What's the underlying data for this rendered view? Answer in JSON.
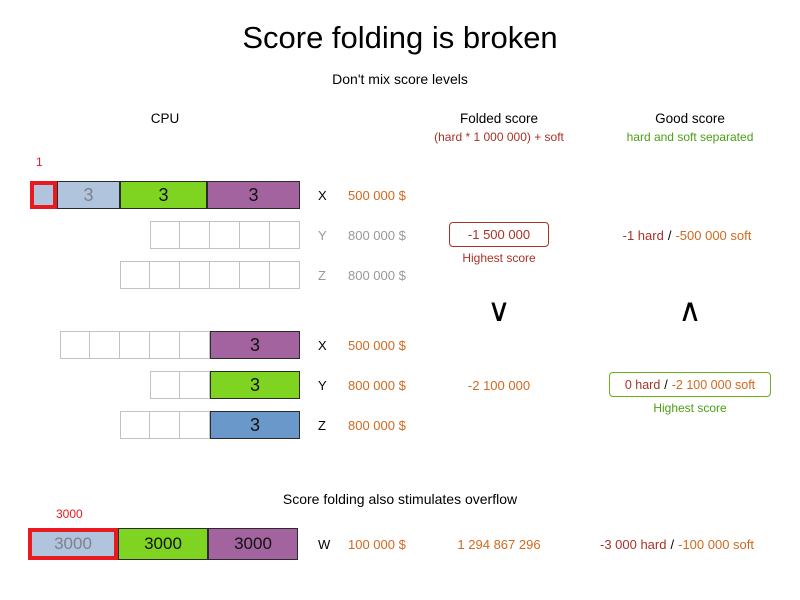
{
  "title": "Score folding is broken",
  "subtitle": "Don't mix score levels",
  "overflow_title": "Score folding also stimulates overflow",
  "sep": "/",
  "headers": {
    "cpu": "CPU",
    "folded": "Folded score",
    "folded_sub": "(hard * 1 000 000) + soft",
    "good": "Good score",
    "good_sub": "hard and soft separated"
  },
  "comparison": {
    "folded": "∨",
    "good": "∧"
  },
  "group1": {
    "x": {
      "annotation": "1",
      "cells": [
        "3",
        "3",
        "3"
      ],
      "label": "X",
      "cost": "500 000 $"
    },
    "y": {
      "label": "Y",
      "cost": "800 000 $",
      "folded": "-1 500 000",
      "folded_note": "Highest score",
      "hard": "-1 hard",
      "soft": "-500 000 soft"
    },
    "z": {
      "label": "Z",
      "cost": "800 000 $"
    }
  },
  "group2": {
    "x": {
      "cell": "3",
      "label": "X",
      "cost": "500 000 $"
    },
    "y": {
      "cell": "3",
      "label": "Y",
      "cost": "800 000 $",
      "folded": "-2 100 000",
      "hard": "0 hard",
      "soft": "-2 100 000 soft",
      "good_note": "Highest score"
    },
    "z": {
      "cell": "3",
      "label": "Z",
      "cost": "800 000 $"
    }
  },
  "overflow": {
    "annotation": "3000",
    "cells": [
      "3000",
      "3000",
      "3000"
    ],
    "label": "W",
    "cost": "100 000 $",
    "folded": "1 294 867 296",
    "hard": "-3 000 hard",
    "soft": "-100 000 soft"
  },
  "colors": {
    "highlight_red": "#e8191f",
    "orange_text": "#d2691e",
    "dark_red_text": "#a93226",
    "green_text": "#4a9f12",
    "gray_text": "#999999",
    "bar_lightblue": "#b0c4de",
    "bar_green": "#7fd321",
    "bar_purple": "#a2639e",
    "bar_blue": "#6b98cb"
  }
}
